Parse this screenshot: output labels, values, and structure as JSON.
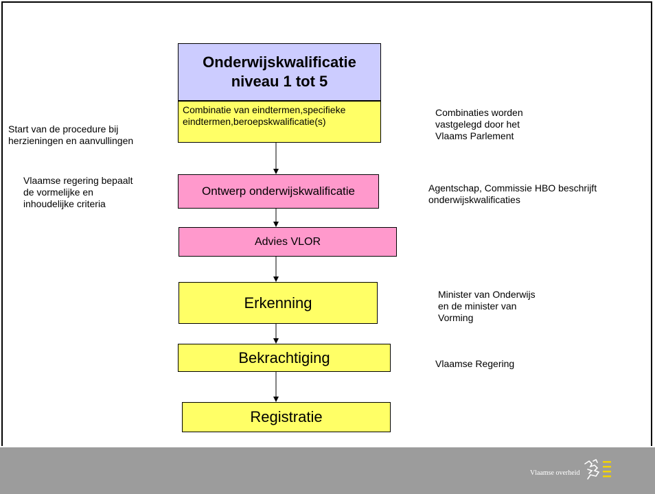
{
  "boxes": {
    "qualification_title": "Onderwijskwalificatie\nniveau 1 tot 5",
    "combination": "Combinatie van eindtermen,specifieke eindtermen,beroepskwalificatie(s)",
    "design": "Ontwerp onderwijskwalificatie",
    "advice": "Advies VLOR",
    "recognition": "Erkenning",
    "ratification": "Bekrachtiging",
    "registration": "Registratie"
  },
  "left_notes": {
    "start": "Start van de procedure bij\nherzieningen en aanvullingen",
    "government_criteria": "Vlaamse regering bepaalt\nde vormelijke en\ninhoudelijke criteria"
  },
  "right_notes": {
    "parliament": "Combinaties worden\nvastgelegd door het\nVlaams Parlement",
    "agency": "Agentschap, Commissie HBO beschrijft\nonderwijskwalificaties",
    "ministers": "Minister van Onderwijs\nen de minister van\nVorming",
    "government": "Vlaamse Regering"
  },
  "footer": {
    "logo_text": "Vlaamse overheid"
  },
  "colors": {
    "yellow": "#ffff66",
    "pink": "#ff99cc",
    "lavender": "#ccccff",
    "footer": "#9c9c9c"
  }
}
